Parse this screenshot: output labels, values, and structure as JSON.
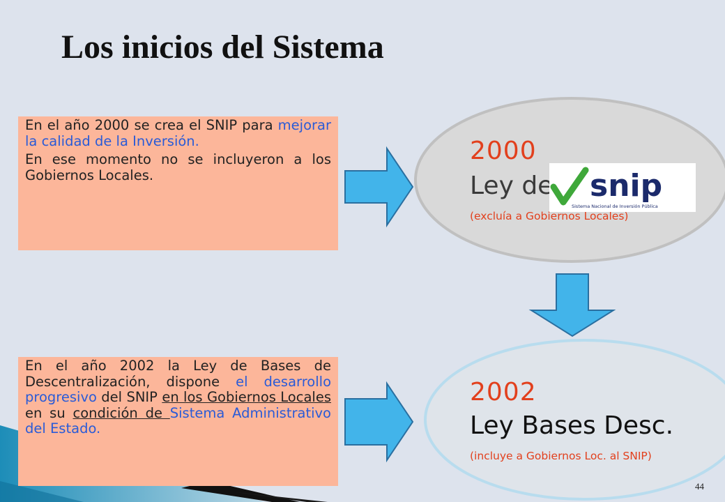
{
  "slide": {
    "title": "Los inicios del Sistema",
    "page_number": "44"
  },
  "block_2000": {
    "p1_a": "En el año 2000 se crea el SNIP para ",
    "p1_b": "mejorar la calidad de la Inversión.",
    "p2": "En ese momento no se incluyeron a los Gobiernos Locales."
  },
  "block_2002": {
    "t1": "En el año 2002 la Ley de Bases de Descentralización, dispone ",
    "t2": "el desarrollo progresivo",
    "t3": " del SNIP ",
    "t4": "en los Gobiernos Locales ",
    "t5": "en su ",
    "t6": "condición de ",
    "t7": "Sistema Administrativo del Estado."
  },
  "oval_2000": {
    "year": "2000",
    "law": "Ley de",
    "note": "(excluía a Gobiernos Locales)"
  },
  "oval_2002": {
    "year": "2002",
    "law": "Ley Bases Desc.",
    "note": "(incluye a Gobiernos Loc. al SNIP)"
  },
  "logo": {
    "text": "snip",
    "tagline": "Sistema Nacional de Inversión Pública"
  },
  "colors": {
    "background": "#dde3ed",
    "textbox": "#fcb69a",
    "arrow": "#42b4ea",
    "highlight": "#2a5bd7",
    "year": "#e2401d",
    "logo_navy": "#1b2a6b",
    "logo_check": "#3fa83a"
  },
  "icons": {
    "arrows": "block-arrow-icon",
    "logo": "snip-logo-icon"
  }
}
